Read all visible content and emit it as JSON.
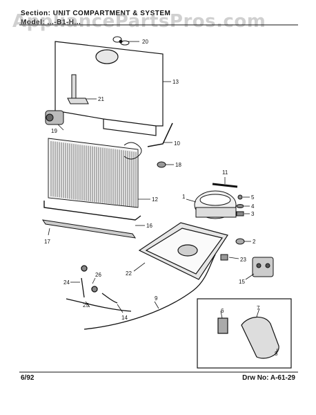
{
  "header": {
    "section_line": "Section: UNIT COMPARTMENT & SYSTEM",
    "model_line": "Model: ...-B1-H..."
  },
  "watermark": "AppliancePartsPros.com",
  "footer": {
    "date": "6/92",
    "drawing_number": "Drw No: A-61-29"
  },
  "callouts": [
    "20",
    "13",
    "21",
    "19",
    "10",
    "18",
    "12",
    "11",
    "5",
    "4",
    "3",
    "1",
    "2",
    "16",
    "17",
    "22",
    "23",
    "15",
    "26",
    "24",
    "25",
    "14",
    "9",
    "6",
    "7",
    "8"
  ],
  "colors": {
    "ink": "#111111",
    "watermark": "#969696"
  }
}
